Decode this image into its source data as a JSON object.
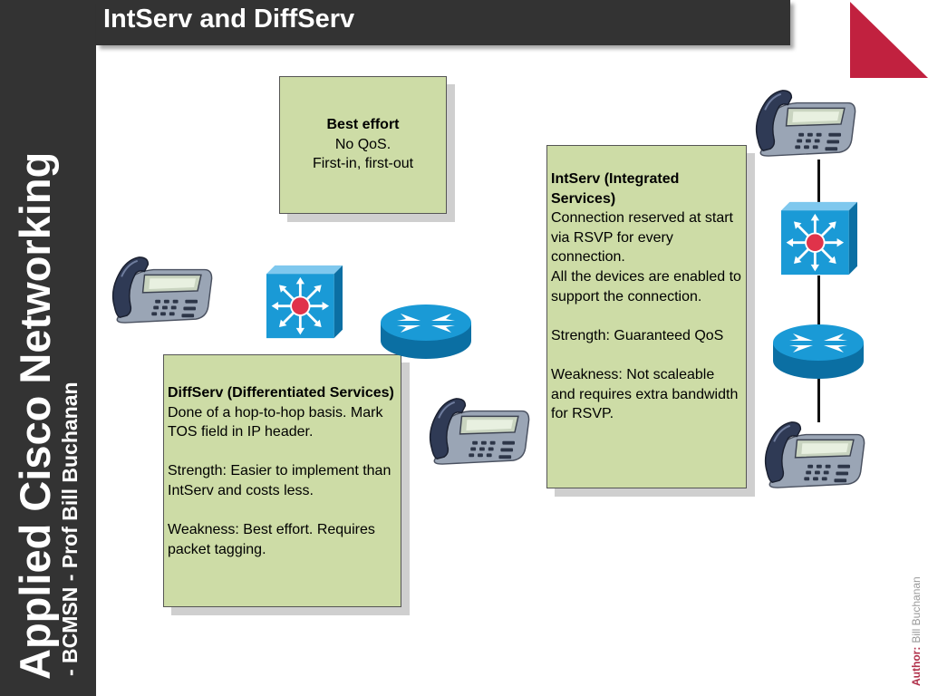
{
  "slide": {
    "title": "IntServ and DiffServ",
    "brand_title": "Applied Cisco Networking",
    "brand_subtitle": "- BCMSN - Prof Bill Buchanan",
    "author_label": "Author:",
    "author_name": "Bill Buchanan"
  },
  "best_effort": {
    "heading": "Best effort",
    "lines": [
      "No QoS.",
      "First-in, first-out"
    ]
  },
  "diffserv": {
    "heading": "DiffServ (Differentiated Services)",
    "desc": "Done of a hop-to-hop basis. Mark TOS field in IP header.",
    "strength": "Strength: Easier to implement than IntServ and costs less.",
    "weakness": "Weakness: Best effort. Requires packet tagging."
  },
  "intserv": {
    "heading": "IntServ (Integrated Services)",
    "desc1": "Connection reserved at start via RSVP for every connection.",
    "desc2": "All the devices are enabled to support the connection.",
    "strength": "Strength: Guaranteed QoS",
    "weakness": "Weakness: Not scaleable and requires extra bandwidth for RSVP."
  },
  "colors": {
    "bar": "#333333",
    "box_fill": "#cddca6",
    "switch_blue": "#1a9ad6",
    "router_blue": "#1a9ad6",
    "accent_red": "#c1213f"
  },
  "icons": [
    "ip-phone-icon",
    "multilayer-switch-icon",
    "router-icon"
  ]
}
